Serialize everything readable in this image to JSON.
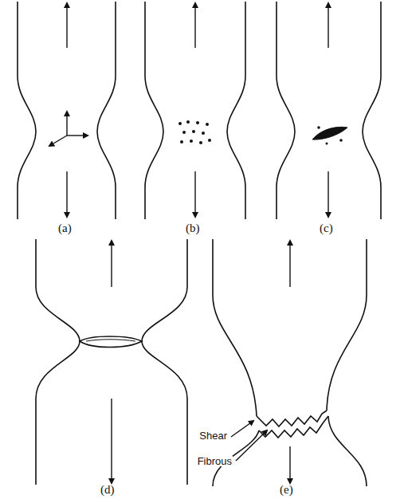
{
  "diagram": {
    "labels": [
      "(a)",
      "(b)",
      "(c)",
      "(d)",
      "(e)",
      "Shear",
      "Fibrous"
    ]
  }
}
